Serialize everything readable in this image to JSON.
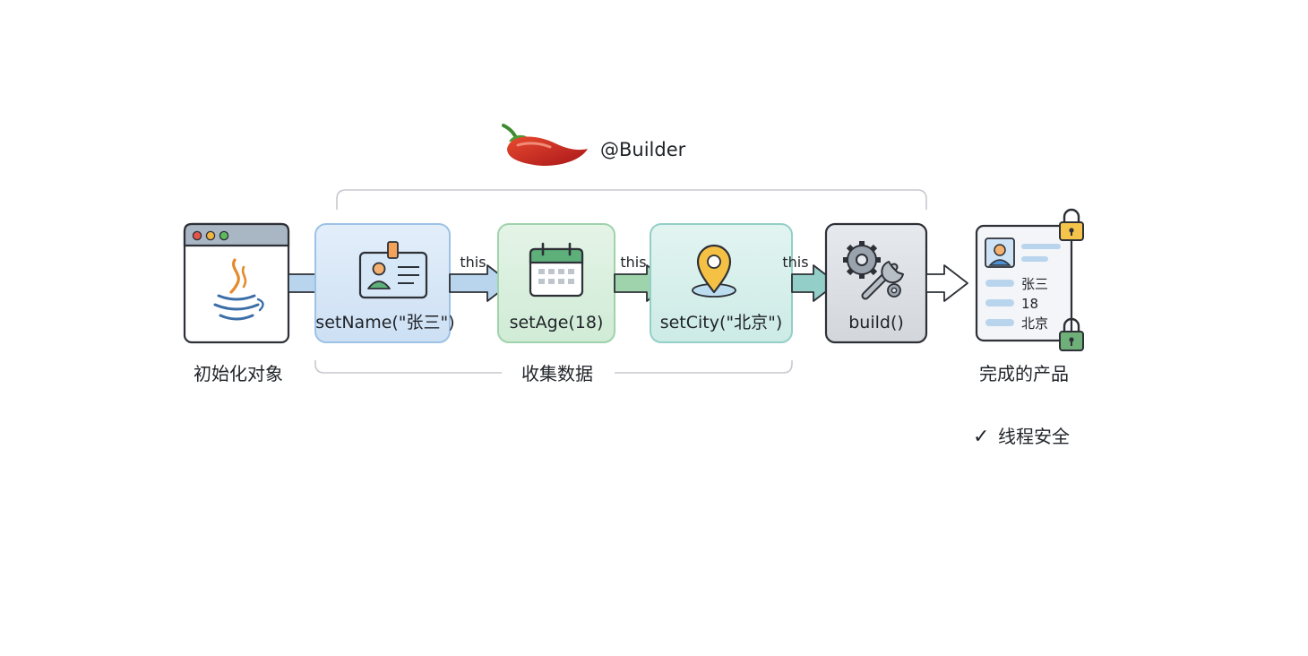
{
  "annotation": {
    "text": "@Builder",
    "icon": "chili-pepper-icon"
  },
  "stages": [
    {
      "id": "init",
      "label": "初始化对象",
      "icon": "java-window-icon"
    },
    {
      "id": "set-name",
      "label": "setName(\"张三\")",
      "icon": "id-card-icon",
      "color": "#cfe3f6"
    },
    {
      "id": "set-age",
      "label": "setAge(18)",
      "icon": "calendar-icon",
      "color": "#d3eed9"
    },
    {
      "id": "set-city",
      "label": "setCity(\"北京\")",
      "icon": "map-pin-icon",
      "color": "#cfeeea"
    },
    {
      "id": "build",
      "label": "build()",
      "icon": "gear-wrench-icon",
      "color": "#d9dde2"
    }
  ],
  "connectors": {
    "return_label_1": "this",
    "return_label_2": "this",
    "return_label_3": "this"
  },
  "group": {
    "label": "收集数据"
  },
  "product": {
    "label": "完成的产品",
    "fields": [
      "张三",
      "18",
      "北京"
    ],
    "icon": "profile-card-icon",
    "lock_icons": [
      "lock-icon",
      "lock-icon"
    ]
  },
  "footnote": {
    "check": "✓",
    "text": "线程安全"
  },
  "colors": {
    "arrow_blue": "#b9d5ee",
    "arrow_green": "#9fd3ac",
    "arrow_teal": "#93cfc8",
    "outline": "#2d3036",
    "lock_yellow": "#f4c54a",
    "lock_green": "#6fb07a"
  }
}
